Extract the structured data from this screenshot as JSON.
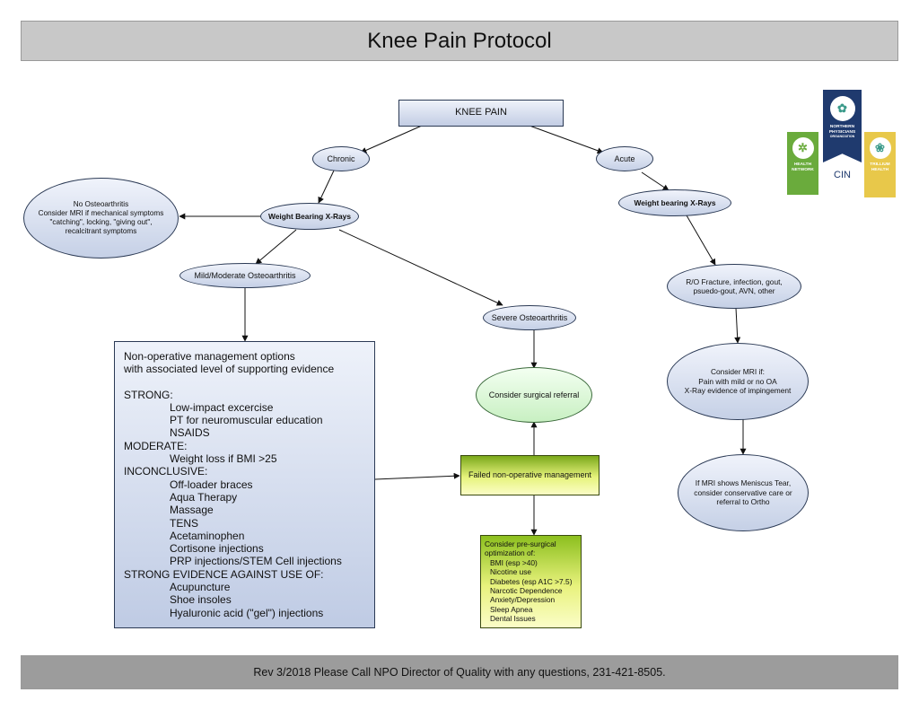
{
  "header": {
    "title": "Knee Pain  Protocol"
  },
  "footer": {
    "text": "Rev 3/2018 Please Call NPO Director of Quality with any questions, 231-421-8505."
  },
  "nodes": {
    "knee_pain": "KNEE PAIN",
    "chronic": "Chronic",
    "acute": "Acute",
    "no_oa": [
      "No Osteoarthritis",
      "Consider MRI if mechanical symptoms",
      "\"catching\", locking, \"giving out\",",
      "recalcitrant symptoms"
    ],
    "xray_chronic": "Weight Bearing X-Rays",
    "xray_acute": "Weight bearing X-Rays",
    "mild_oa": "Mild/Moderate Osteoarthritis",
    "severe_oa": "Severe Osteoarthritis",
    "ro_fracture": [
      "R/O Fracture, infection, gout,",
      "psuedo-gout, AVN, other"
    ],
    "consider_mri": [
      "Consider MRI if:",
      "Pain with mild or no OA",
      "X-Ray evidence of impingement"
    ],
    "meniscus": [
      "If MRI shows Meniscus Tear,",
      "consider conservative care or",
      "referral to Ortho"
    ],
    "surgical_referral": "Consider surgical referral",
    "failed_nonop": "Failed non-operative management"
  },
  "management": {
    "intro": [
      "Non-operative management options",
      "with associated level of supporting evidence"
    ],
    "strong_header": "STRONG:",
    "strong": [
      "Low-impact excercise",
      "PT for neuromuscular education",
      "NSAIDS"
    ],
    "moderate_header": "MODERATE:",
    "moderate": [
      "Weight loss if BMI >25"
    ],
    "inconclusive_header": "INCONCLUSIVE:",
    "inconclusive": [
      "Off-loader braces",
      "Aqua Therapy",
      "Massage",
      "TENS",
      "Acetaminophen",
      "Cortisone injections",
      "PRP injections/STEM Cell injections"
    ],
    "against_header": "STRONG EVIDENCE AGAINST USE OF:",
    "against": [
      "Acupuncture",
      "Shoe insoles",
      "Hyaluronic acid (\"gel\") injections"
    ]
  },
  "presurgical": {
    "intro": [
      "Consider pre-surgical",
      "optimization of:"
    ],
    "items": [
      "BMI (esp >40)",
      "Nicotine use",
      "Diabetes (esp A1C >7.5)",
      "Narcotic Dependence",
      "Anxiety/Depression",
      "Sleep Apnea",
      "Dental Issues"
    ]
  },
  "logos": {
    "left": [
      "HEALTH",
      "NETWORK"
    ],
    "center": [
      "NORTHERN",
      "PHYSICIANS",
      "ORGANIZATION",
      "CIN"
    ],
    "right": [
      "TRILLIUM",
      "HEALTH"
    ],
    "colors": {
      "green": "#6aab3c",
      "navy": "#1f3a6e",
      "gold": "#e8c84a"
    }
  }
}
